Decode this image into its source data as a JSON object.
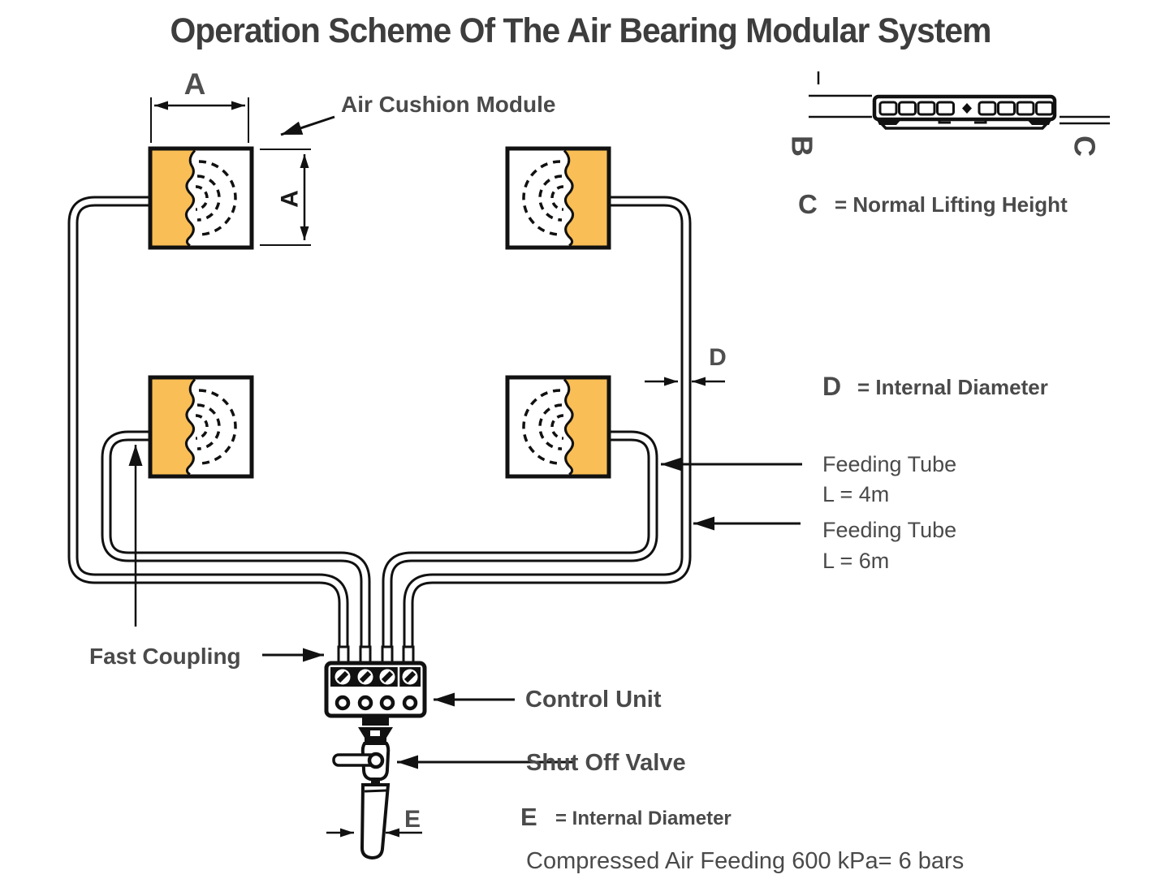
{
  "title": "Operation Scheme Of The Air Bearing Modular System",
  "colors": {
    "module_orange": "#F9BE55",
    "line_black": "#111111",
    "label_gray": "#4A4A4A"
  },
  "dimensions": {
    "module_width_label": "A",
    "module_height_label": "A",
    "side_view_left_label": "B",
    "side_view_right_label": "C",
    "tube_diameter_label": "D",
    "valve_diameter_label": "E"
  },
  "legend": {
    "c_key": "C",
    "c_text": "= Normal Lifting Height",
    "d_key": "D",
    "d_text": "= Internal Diameter",
    "e_key": "E",
    "e_text": "= Internal Diameter",
    "compressed_air": "Compressed Air Feeding 600 kPa= 6 bars"
  },
  "labels": {
    "air_cushion_module": "Air Cushion Module",
    "fast_coupling": "Fast Coupling",
    "control_unit": "Control Unit",
    "shut_off_valve": "Shut Off Valve",
    "feeding_tube_4m": {
      "line1": "Feeding Tube",
      "line2": "L = 4m"
    },
    "feeding_tube_6m": {
      "line1": "Feeding Tube",
      "line2": "L = 6m"
    }
  }
}
